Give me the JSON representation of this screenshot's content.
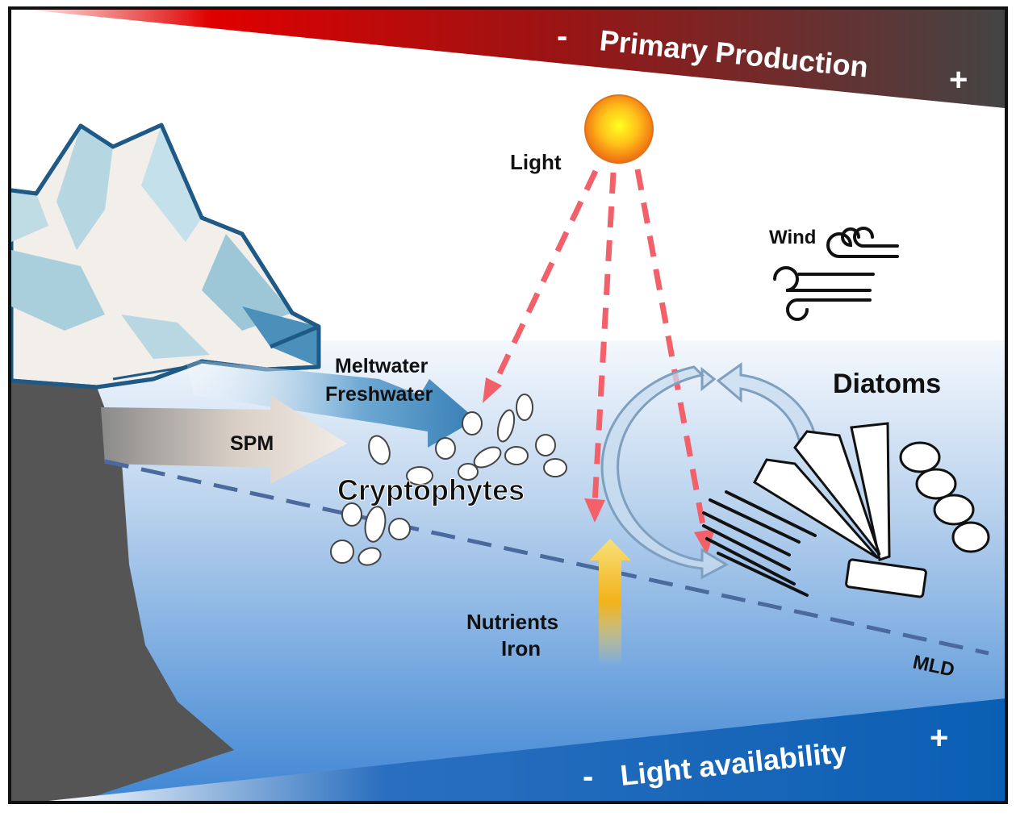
{
  "top_banner": {
    "minus": "-",
    "label": "Primary Production",
    "plus": "+"
  },
  "bottom_banner": {
    "minus": "-",
    "label": "Light availability",
    "plus": "+"
  },
  "labels": {
    "light": "Light",
    "wind": "Wind",
    "meltwater": "Meltwater",
    "freshwater": "Freshwater",
    "spm": "SPM",
    "cryptophytes": "Cryptophytes",
    "diatoms": "Diatoms",
    "nutrients": "Nutrients",
    "iron": "Iron",
    "mld": "MLD"
  },
  "colors": {
    "primary_production_low": "#e00000",
    "primary_production_high": "#444444",
    "light_availability_low": "#ffffff",
    "light_availability_high": "#0a5fb4",
    "light_rays": "#f2606a",
    "mld_line": "#4a6a9e",
    "ice_outline": "#1f5a86",
    "rock": "#555555",
    "sun_core": "#ffee00",
    "sun_edge": "#f07a10"
  }
}
